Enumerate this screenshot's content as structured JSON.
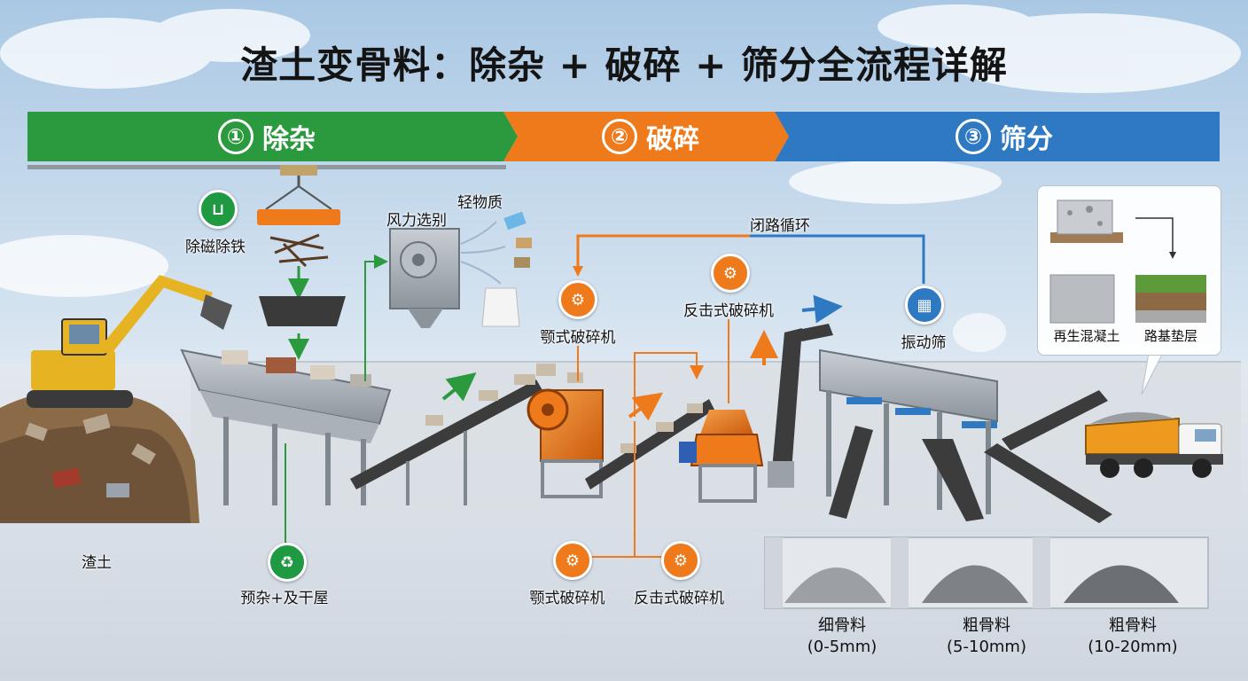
{
  "title": "渣土变骨料：除杂 + 破碎 + 筛分全流程详解",
  "stages": [
    {
      "num": "①",
      "label": "除杂",
      "color": "#2b9a3e"
    },
    {
      "num": "②",
      "label": "破碎",
      "color": "#ee7a1c"
    },
    {
      "num": "③",
      "label": "筛分",
      "color": "#2f79c3"
    }
  ],
  "labels": {
    "magnetic": "除磁除铁",
    "wind": "风力选别",
    "light": "轻物质",
    "loop": "闭路循环",
    "jaw_top": "颚式破碎机",
    "impact_top": "反击式破碎机",
    "screen": "振动筛",
    "soil": "渣土",
    "pre": "预杂+及干屋",
    "jaw_bottom": "颚式破碎机",
    "impact_bottom": "反击式破碎机"
  },
  "products": [
    {
      "name": "细骨料",
      "size": "(0-5mm)"
    },
    {
      "name": "粗骨料",
      "size": "(5-10mm)"
    },
    {
      "name": "粗骨料",
      "size": "(10-20mm)"
    }
  ],
  "uses": {
    "concrete": "再生混凝土",
    "road": "路基垫层"
  },
  "icons": {
    "magnetic": "magnet-icon",
    "pre": "recycle-icon",
    "jaw": "jaw-crusher-icon",
    "impact": "impact-crusher-icon",
    "screen": "screen-icon"
  },
  "colors": {
    "green": "#2b9a3e",
    "orange": "#ee7a1c",
    "blue": "#2f79c3",
    "excavator": "#e6b422"
  }
}
